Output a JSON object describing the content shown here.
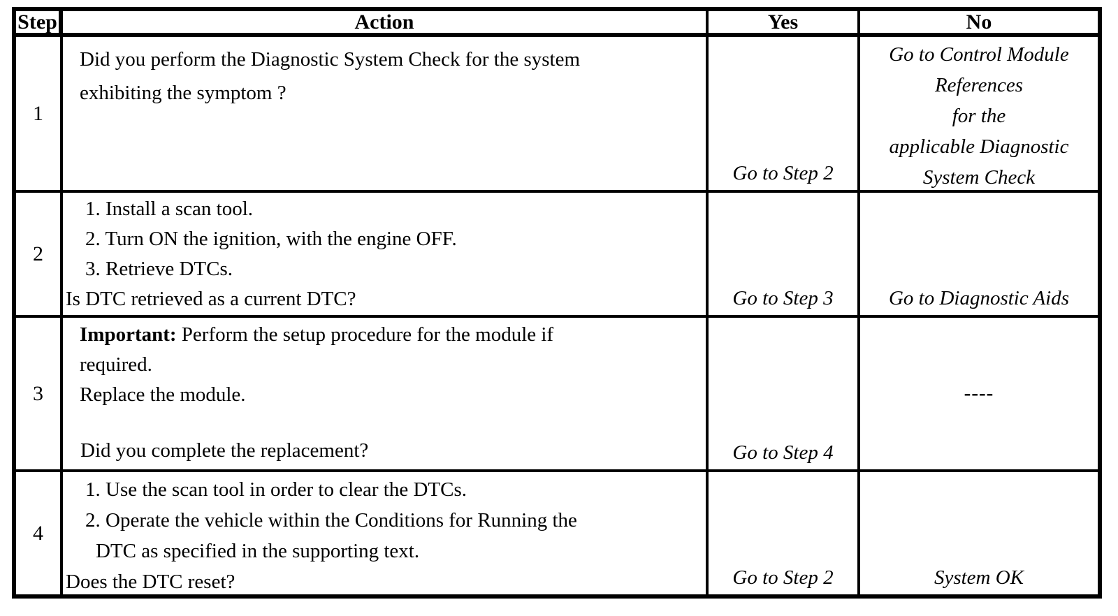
{
  "colors": {
    "border": "#000000",
    "text": "#000000",
    "background": "#ffffff"
  },
  "header": {
    "step": "Step",
    "action": "Action",
    "yes": "Yes",
    "no": "No"
  },
  "rows": [
    {
      "step": "1",
      "action": {
        "lines": [
          "Did you perform the Diagnostic System Check for the system",
          "exhibiting the symptom ?"
        ]
      },
      "yes": "Go to Step 2",
      "no_lines": [
        "Go to Control Module",
        "References",
        "for the",
        "applicable Diagnostic",
        "System Check"
      ]
    },
    {
      "step": "2",
      "action": {
        "list": [
          "1. Install a scan tool.",
          "2. Turn ON the ignition, with the engine OFF.",
          "3. Retrieve DTCs."
        ],
        "question": "Is DTC retrieved as a current DTC?"
      },
      "yes": "Go to Step 3",
      "no": "Go to Diagnostic Aids"
    },
    {
      "step": "3",
      "action": {
        "important_label": "Important:",
        "important_rest": " Perform the setup procedure for the module if",
        "lines": [
          "required.",
          "Replace the module."
        ],
        "question": "Did you complete the replacement?"
      },
      "yes": "Go to Step 4",
      "no": "----"
    },
    {
      "step": "4",
      "action": {
        "list": [
          "1. Use the scan tool in order to clear the DTCs.",
          "2. Operate the vehicle within the Conditions for Running the"
        ],
        "continuation": "DTC as specified in the supporting text.",
        "question": "Does the DTC reset?"
      },
      "yes": "Go to Step 2",
      "no": "System OK"
    }
  ]
}
